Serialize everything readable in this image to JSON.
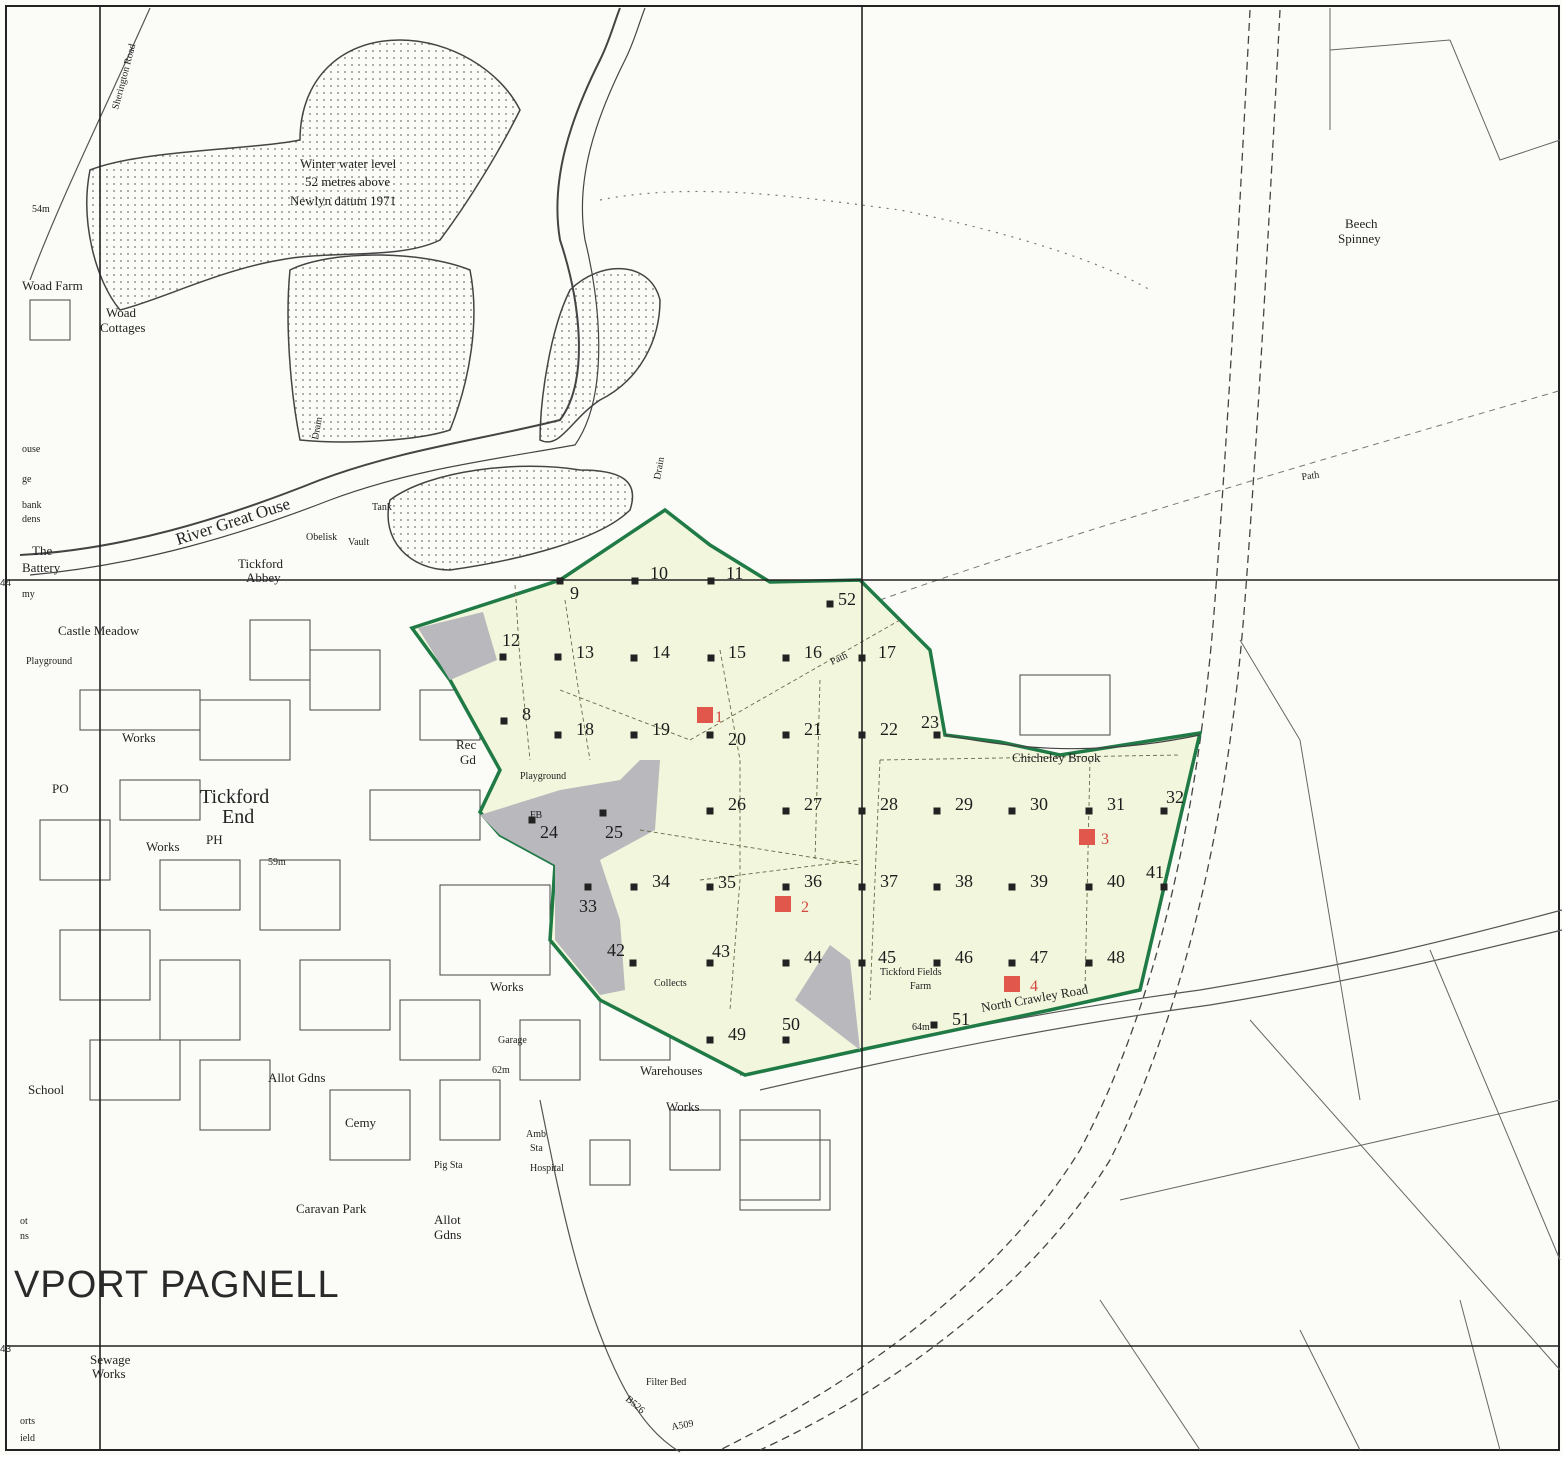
{
  "map": {
    "town_name": "VPORT PAGNELL",
    "grid_labels": {
      "north_44": "44",
      "north_43": "43"
    },
    "colors": {
      "study_area_fill": "#f2f6dc",
      "study_area_border": "#1f7a45",
      "grey_zone": "#b9b9bd",
      "site_marker": "#e2574c",
      "sample_point": "#222222",
      "line_work": "#555555"
    },
    "place_labels": {
      "sherington_road": "Sherington Road",
      "winter_water_1": "Winter water level",
      "winter_water_2": "52 metres above",
      "winter_water_3": "Newlyn datum 1971",
      "height_54": "54m",
      "woad_farm": "Woad Farm",
      "woad_cottages_1": "Woad",
      "woad_cottages_2": "Cottages",
      "house": "ouse",
      "ge": "ge",
      "bank": "bank",
      "dens": "dens",
      "the_battery_1": "The",
      "the_battery_2": "Battery",
      "my": "my",
      "river_great_ouse": "River Great Ouse",
      "tickford_abbey_1": "Tickford",
      "tickford_abbey_2": "Abbey",
      "obelisk": "Obelisk",
      "vault": "Vault",
      "tank": "Tank",
      "drain_1": "Drain",
      "drain_2": "Drain",
      "castle_meadow": "Castle Meadow",
      "playground_1": "Playground",
      "playground_2": "Playground",
      "works_1": "Works",
      "works_2": "Works",
      "works_3": "Works",
      "works_4": "Works",
      "po": "PO",
      "tickford_end_1": "Tickford",
      "tickford_end_2": "End",
      "ph": "PH",
      "height_59": "59m",
      "rec_gd_1": "Rec",
      "rec_gd_2": "Gd",
      "fb": "FB",
      "school": "School",
      "allot_gdns_1": "Allot Gdns",
      "allot_gdns_2a": "Allot",
      "allot_gdns_2b": "Gdns",
      "cemy": "Cemy",
      "pig_sta": "Pig Sta",
      "caravan_park": "Caravan Park",
      "garage": "Garage",
      "height_62": "62m",
      "warehouses": "Warehouses",
      "amb_sta_1": "Amb",
      "amb_sta_2": "Sta",
      "hospital": "Hospital",
      "collects": "Collects",
      "tickford_fields_farm_1": "Tickford Fields",
      "tickford_fields_farm_2": "Farm",
      "north_crawley_road": "North Crawley Road",
      "chicheley_brook": "Chicheley Brook",
      "path_1": "Path",
      "path_2": "Path",
      "height_64": "64m",
      "beech_spinney_1": "Beech",
      "beech_spinney_2": "Spinney",
      "sewage_works_1": "Sewage",
      "sewage_works_2": "Works",
      "filter_bed": "Filter Bed",
      "b526": "B526",
      "a509": "A509",
      "orts": "orts",
      "ield": "ield",
      "ot": "ot",
      "ns": "ns"
    },
    "sample_points": [
      "9",
      "10",
      "11",
      "52",
      "12",
      "13",
      "14",
      "15",
      "16",
      "17",
      "8",
      "18",
      "19",
      "20",
      "21",
      "22",
      "23",
      "24",
      "25",
      "26",
      "27",
      "28",
      "29",
      "30",
      "31",
      "32",
      "33",
      "34",
      "35",
      "36",
      "37",
      "38",
      "39",
      "40",
      "41",
      "42",
      "43",
      "44",
      "45",
      "46",
      "47",
      "48",
      "49",
      "50",
      "51"
    ],
    "sites": [
      "1",
      "2",
      "3",
      "4"
    ]
  }
}
